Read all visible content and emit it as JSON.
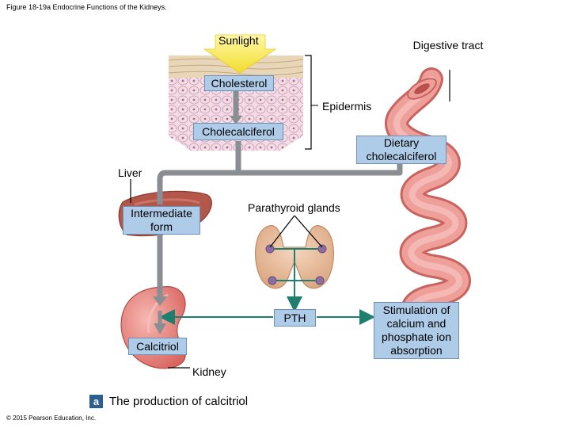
{
  "figure": {
    "title": "Figure 18-19a Endocrine Functions of the Kidneys.",
    "copyright": "© 2015 Pearson Education, Inc.",
    "panel_letter": "a",
    "panel_caption": "The production of calcitriol"
  },
  "labels": {
    "sunlight": "Sunlight",
    "digestive_tract": "Digestive tract",
    "cholesterol": "Cholesterol",
    "epidermis": "Epidermis",
    "cholecalciferol": "Cholecalciferol",
    "dietary_cholecalciferol": "Dietary cholecalciferol",
    "liver": "Liver",
    "intermediate_form": "Intermediate form",
    "parathyroid_glands": "Parathyroid glands",
    "pth": "PTH",
    "stimulation": "Stimulation of calcium and phosphate ion absorption",
    "calcitriol": "Calcitriol",
    "kidney": "Kidney"
  },
  "colors": {
    "label_box": "#aecbe8",
    "arrow_gray": "#8a8d91",
    "arrow_teal": "#1f7f6f",
    "sunlight_yellow": "#f4e64c",
    "organ_pink": "#e58a85",
    "liver_brown": "#b3574a",
    "badge": "#2b5f8e"
  }
}
